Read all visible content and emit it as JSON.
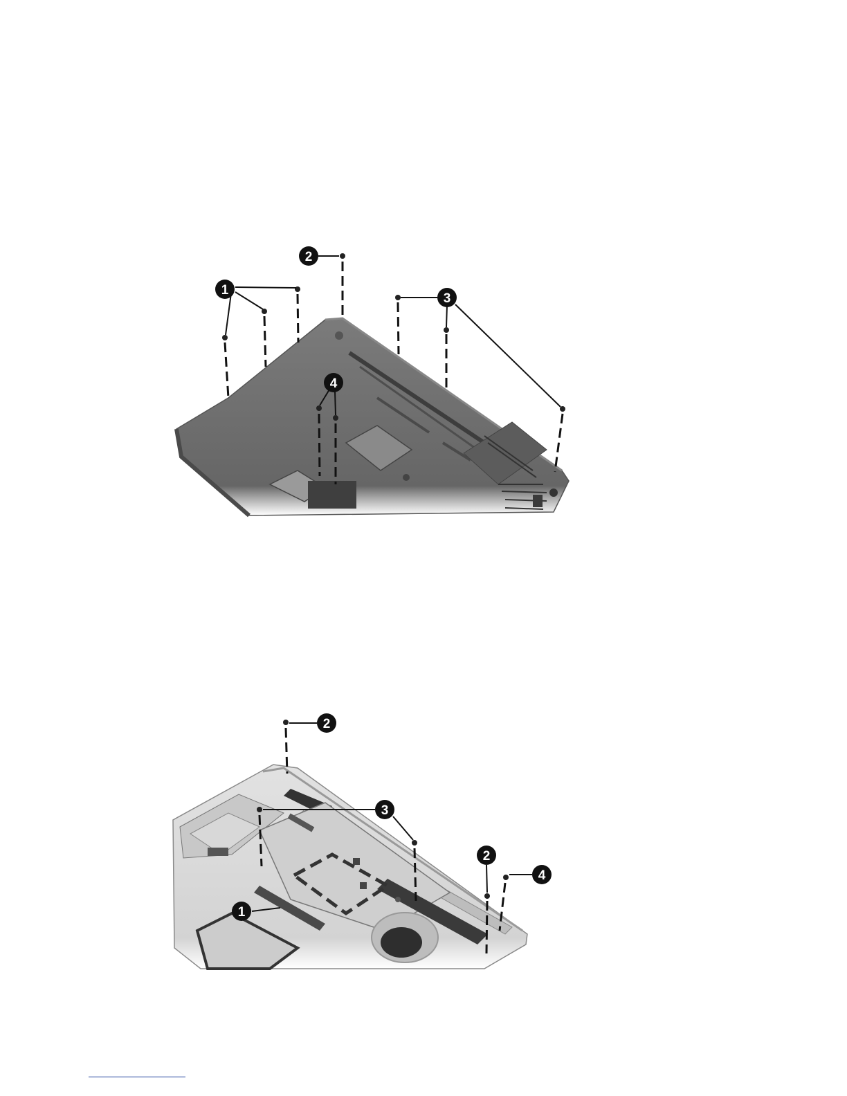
{
  "figure1": {
    "callouts": [
      "1",
      "2",
      "3",
      "4"
    ]
  },
  "figure2": {
    "callouts": [
      "1",
      "2",
      "3",
      "2",
      "4"
    ]
  },
  "colors": {
    "callout_fill": "#111111",
    "callout_text": "#ffffff",
    "leader_line": "#111111",
    "base_enclosure": "#6f6f6f",
    "top_cover": "#d9d9d9",
    "footer_rule": "#1a3c9a"
  }
}
